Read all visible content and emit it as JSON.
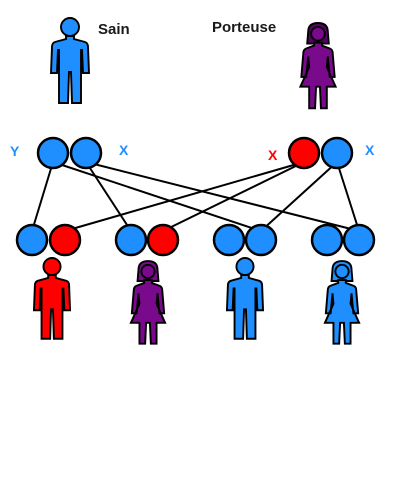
{
  "parents": {
    "father": {
      "label": "Sain",
      "color": "#1f8fff",
      "icon": "male-figure-icon"
    },
    "mother": {
      "label": "Porteuse",
      "color": "#7a0a8c",
      "icon": "female-figure-icon"
    }
  },
  "chromosomes": {
    "father": [
      {
        "label": "Y",
        "color": "#1f8fff"
      },
      {
        "label": "X",
        "color": "#1f8fff"
      }
    ],
    "mother": [
      {
        "label": "X",
        "color": "#ff0000"
      },
      {
        "label": "X",
        "color": "#1f8fff"
      }
    ]
  },
  "children": [
    {
      "alleles": [
        "#1f8fff",
        "#ff0000"
      ],
      "color": "#ff0000",
      "icon": "male-figure-icon"
    },
    {
      "alleles": [
        "#1f8fff",
        "#ff0000"
      ],
      "color": "#7a0a8c",
      "icon": "female-figure-icon"
    },
    {
      "alleles": [
        "#1f8fff",
        "#1f8fff"
      ],
      "color": "#1f8fff",
      "icon": "male-figure-icon"
    },
    {
      "alleles": [
        "#1f8fff",
        "#1f8fff"
      ],
      "color": "#1f8fff",
      "icon": "female-figure-icon"
    }
  ],
  "colors": {
    "healthy": "#1f8fff",
    "affected": "#ff0000",
    "carrier": "#7a0a8c",
    "line": "#000000"
  }
}
